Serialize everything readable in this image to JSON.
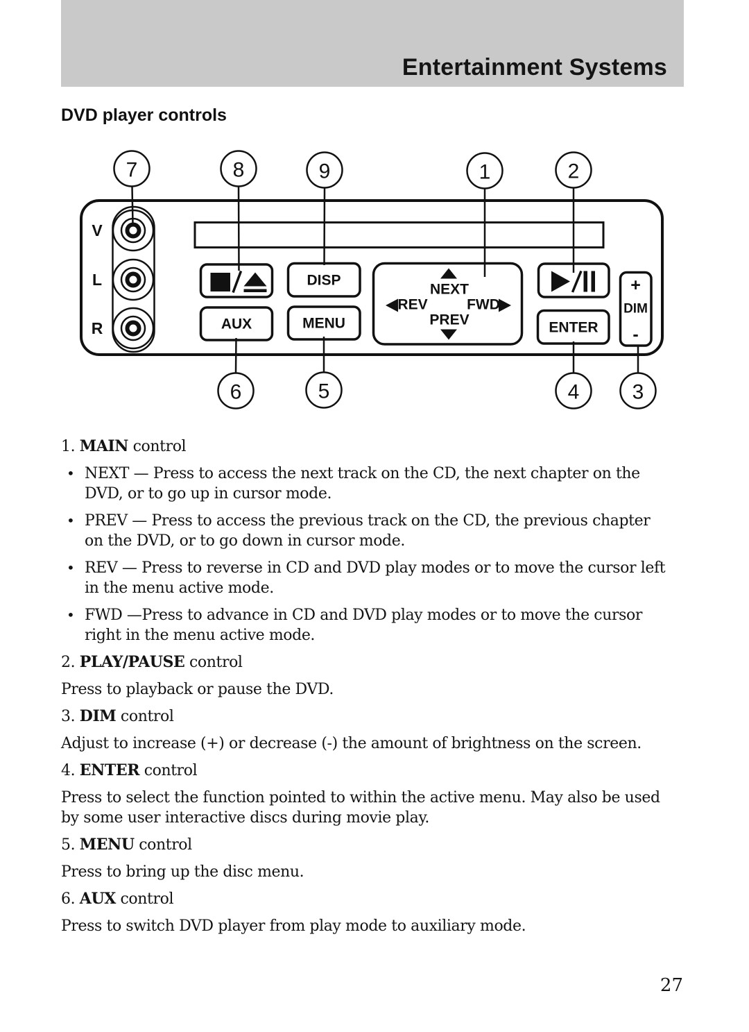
{
  "header": {
    "band_title": "Entertainment Systems"
  },
  "section": {
    "title": "DVD player controls"
  },
  "diagram": {
    "callouts": [
      "7",
      "8",
      "9",
      "1",
      "2",
      "6",
      "5",
      "4",
      "3"
    ],
    "jacks": {
      "v": "V",
      "l": "L",
      "r": "R"
    },
    "buttons": {
      "disp": "DISP",
      "aux": "AUX",
      "menu": "MENU",
      "enter": "ENTER"
    },
    "dim": {
      "plus": "+",
      "label": "DIM",
      "minus": "-"
    },
    "dpad": {
      "next": "NEXT",
      "prev": "PREV",
      "rev": "REV",
      "fwd": "FWD"
    },
    "icons": {
      "stop": "stop-icon",
      "eject": "eject-icon",
      "play": "play-icon",
      "pause": "pause-icon",
      "up_arrow": "up-arrow-icon",
      "down_arrow": "down-arrow-icon",
      "left_arrow": "left-arrow-icon",
      "right_arrow": "right-arrow-icon"
    }
  },
  "content": {
    "bullet_glyph": "•",
    "blocks": [
      {
        "type": "heading",
        "prefix": "1. ",
        "keyword": "MAIN",
        "suffix": " control"
      },
      {
        "type": "bullet",
        "text": "NEXT — Press to access the next track on the CD, the next chapter on the DVD, or to go up in cursor mode."
      },
      {
        "type": "bullet",
        "text": "PREV — Press to access the previous track on the CD, the previous chapter on the DVD, or to go down in cursor mode."
      },
      {
        "type": "bullet",
        "text": "REV — Press to reverse in CD and DVD play modes or to move the cursor left in the menu active mode."
      },
      {
        "type": "bullet",
        "text": "FWD —Press to advance in CD and DVD play modes or to move the cursor right in the menu active mode."
      },
      {
        "type": "heading",
        "prefix": "2. ",
        "keyword": "PLAY/PAUSE",
        "suffix": " control"
      },
      {
        "type": "para",
        "text": "Press to playback or pause the DVD."
      },
      {
        "type": "heading",
        "prefix": "3. ",
        "keyword": "DIM",
        "suffix": " control"
      },
      {
        "type": "para",
        "text": "Adjust to increase (+) or decrease (-) the amount of brightness on the screen."
      },
      {
        "type": "heading",
        "prefix": "4. ",
        "keyword": "ENTER",
        "suffix": " control"
      },
      {
        "type": "para",
        "text": "Press to select the function pointed to within the active menu. May also be used by some user interactive discs during movie play."
      },
      {
        "type": "heading",
        "prefix": "5. ",
        "keyword": "MENU",
        "suffix": " control"
      },
      {
        "type": "para",
        "text": "Press to bring up the disc menu."
      },
      {
        "type": "heading",
        "prefix": "6. ",
        "keyword": "AUX",
        "suffix": " control"
      },
      {
        "type": "para",
        "text": "Press to switch DVD player from play mode to auxiliary mode."
      }
    ]
  },
  "footer": {
    "page_number": "27"
  }
}
